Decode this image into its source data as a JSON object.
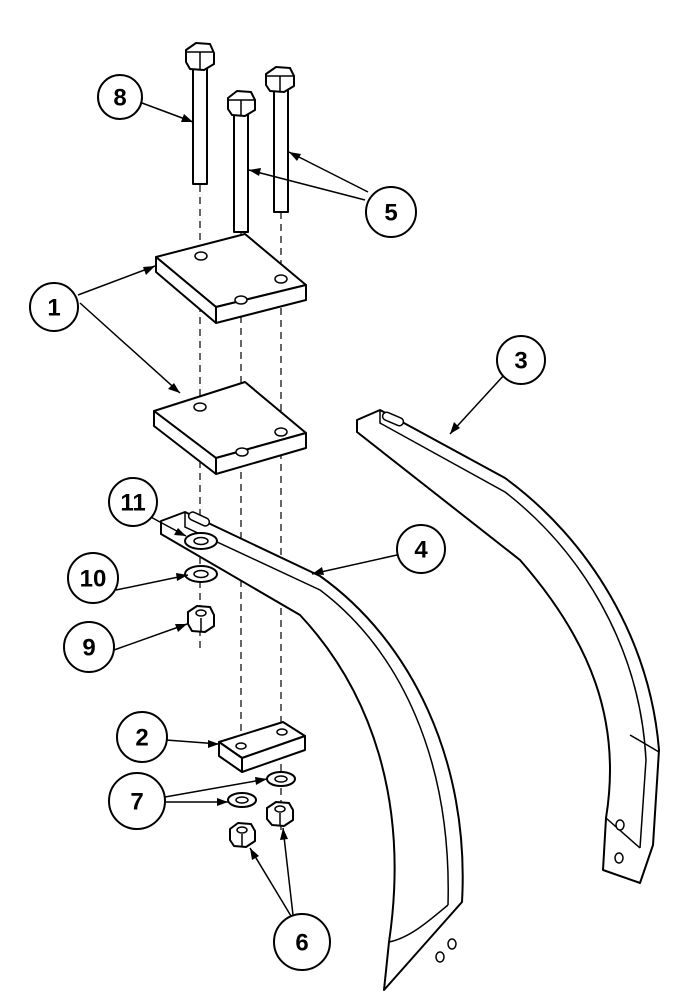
{
  "callouts": {
    "1": "1",
    "2": "2",
    "3": "3",
    "4": "4",
    "5": "5",
    "6": "6",
    "7": "7",
    "8": "8",
    "9": "9",
    "10": "10",
    "11": "11"
  },
  "colors": {
    "line": "#000000",
    "background": "#ffffff"
  }
}
